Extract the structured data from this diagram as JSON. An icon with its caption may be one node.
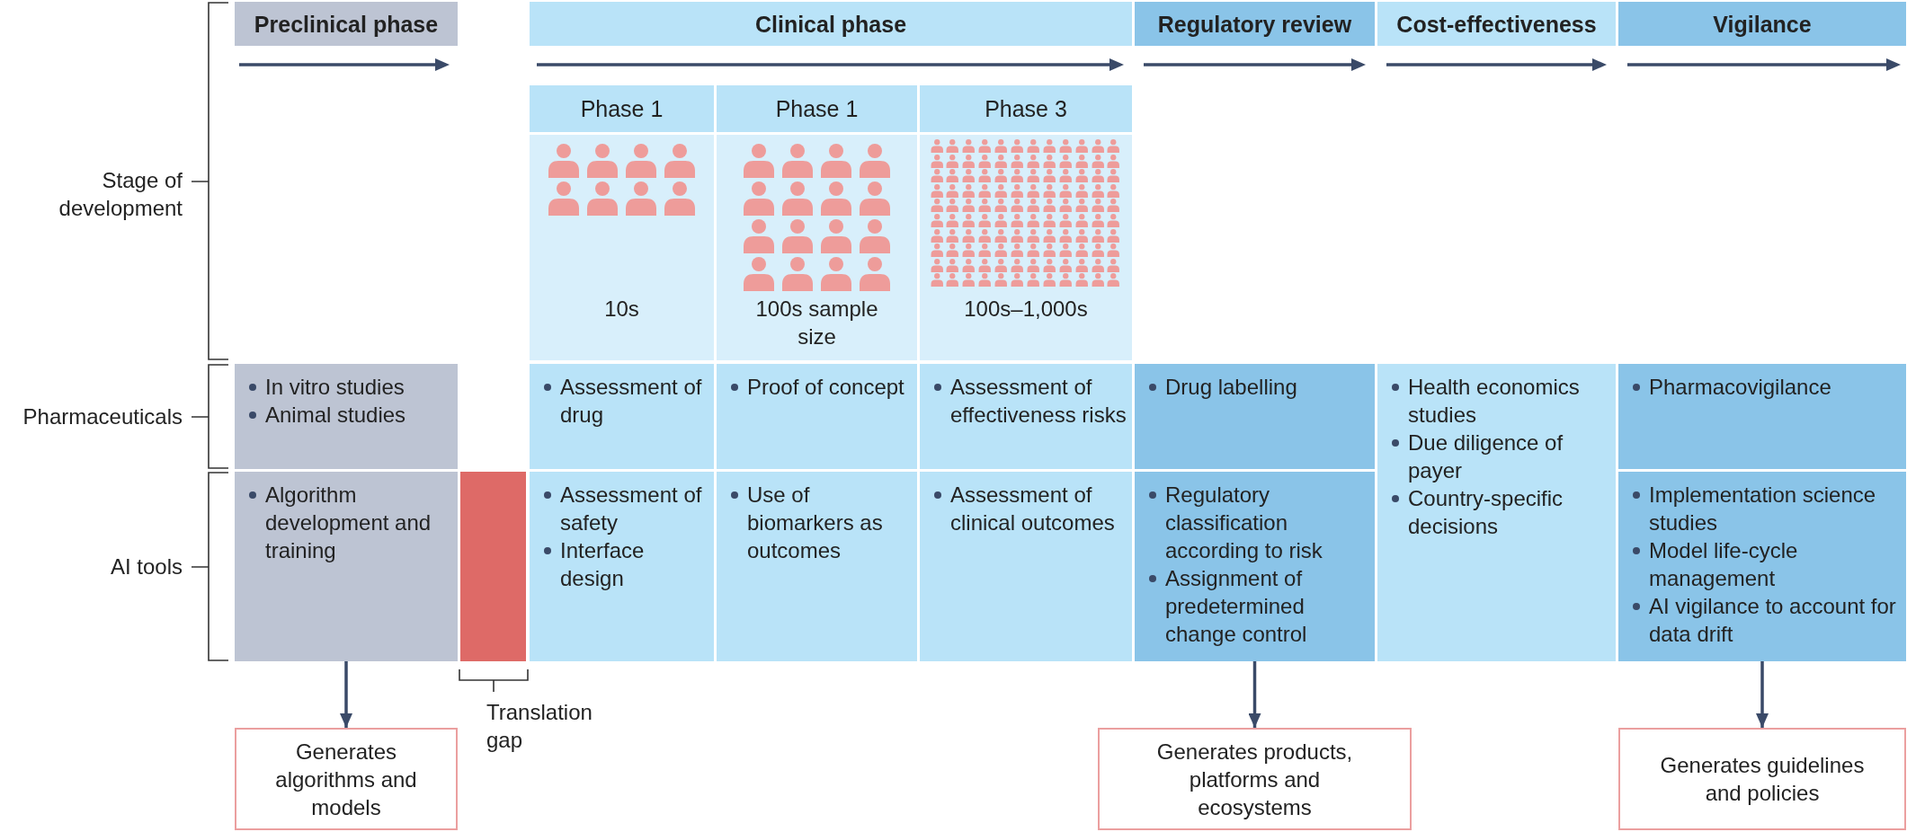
{
  "diagram": {
    "nodes": [
      {
        "text": [
          "Preclinical phase"
        ]
      },
      {
        "text": [
          "Clinical phase"
        ]
      },
      {
        "text": [
          "Regulatory review"
        ]
      },
      {
        "text": [
          "Cost-effectiveness"
        ]
      },
      {
        "text": [
          "Vigilance"
        ]
      },
      {
        "text": [
          "Phase 1"
        ]
      },
      {
        "text": [
          "Phase 1"
        ]
      },
      {
        "text": [
          "Phase 3"
        ]
      },
      {
        "text": [
          "10s"
        ]
      },
      {
        "text": [
          "100s sample size"
        ]
      },
      {
        "text": [
          "100s–1,000s"
        ]
      },
      {
        "text": [
          "In vitro studies",
          "Animal studies"
        ]
      },
      {
        "text": [
          "Assessment of drug"
        ]
      },
      {
        "text": [
          "Proof of concept"
        ]
      },
      {
        "text": [
          "Assessment of effectiveness risks"
        ]
      },
      {
        "text": [
          "Drug labelling"
        ]
      },
      {
        "text": [
          "Health economics studies",
          "Due diligence of payer",
          "Country-specific decisions"
        ]
      },
      {
        "text": [
          "Pharmacovigilance"
        ]
      },
      {
        "text": [
          "Algorithm development and training"
        ]
      },
      {
        "text": [],
        "shape": "bar",
        "beside": [
          "Translation gap"
        ]
      },
      {
        "text": [
          "Assessment of safety",
          "Interface design"
        ]
      },
      {
        "text": [
          "Use of biomarkers as outcomes"
        ]
      },
      {
        "text": [
          "Assessment of clinical outcomes"
        ]
      },
      {
        "text": [
          "Regulatory classification according to risk",
          "Assignment of predetermined change control"
        ]
      },
      {
        "text": [
          "Implementation science studies",
          "Model life-cycle management",
          "AI vigilance to account for data drift"
        ]
      },
      {
        "text": [
          "Generates algorithms and models"
        ]
      },
      {
        "text": [
          "Generates products, platforms and ecosystems"
        ]
      },
      {
        "text": [
          "Generates guidelines and policies"
        ]
      }
    ],
    "edges": [
      {
        "from": 18,
        "to": 25,
        "arrow": "to"
      },
      {
        "from": 23,
        "to": 26,
        "arrow": "to"
      },
      {
        "from": 24,
        "to": 27,
        "arrow": "to"
      }
    ],
    "labels": [
      "Stage of development",
      "Pharmaceuticals",
      "AI tools"
    ]
  }
}
